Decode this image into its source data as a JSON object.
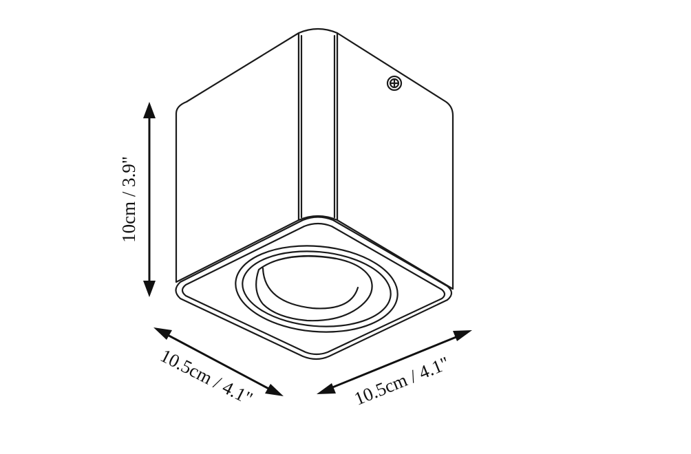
{
  "diagram": {
    "product": "square surface-mounted ceiling downlight",
    "dimensions": {
      "height": "10cm / 3.9\"",
      "width_left": "10.5cm / 4.1\"",
      "width_right": "10.5cm / 4.1\""
    },
    "line_color": "#1a1a1a",
    "background": "#ffffff"
  }
}
